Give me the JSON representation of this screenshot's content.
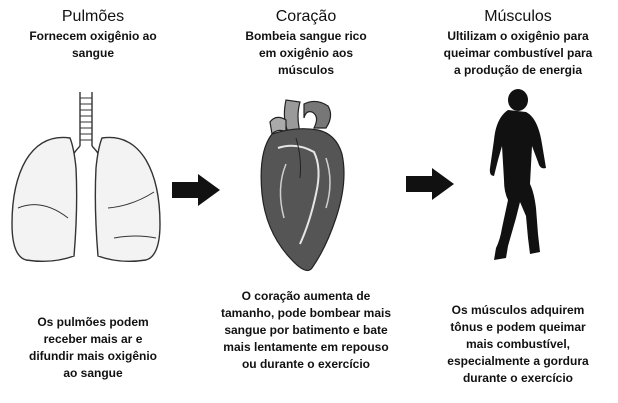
{
  "panels": [
    {
      "title": "Pulmões",
      "subtitle": "Fornecem oxigênio ao\nsangue",
      "caption": "Os pulmões podem\nreceber mais ar e\ndifundir mais oxigênio\nao sangue",
      "icon": "lungs-icon"
    },
    {
      "title": "Coração",
      "subtitle": "Bombeia sangue rico\nem oxigênio aos\nmúsculos",
      "caption": "O coração aumenta de\ntamanho, pode bombear mais\nsangue por batimento e bate\nmais lentamente em repouso\nou durante o exercício",
      "icon": "heart-icon"
    },
    {
      "title": "Músculos",
      "subtitle": "Ultilizam o oxigênio para\nqueimar combustível para\na produção de energia",
      "caption": "Os músculos adquirem\ntônus e podem queimar\nmais combustível,\nespecialmente a gordura\ndurante o exercício",
      "icon": "runner-icon"
    }
  ]
}
